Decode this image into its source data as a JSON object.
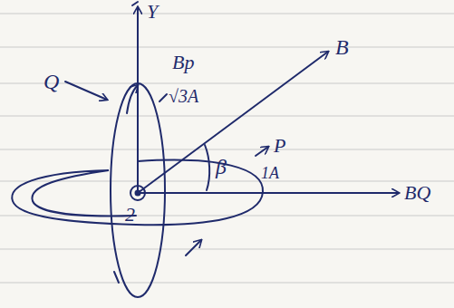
{
  "diagram": {
    "labels": [
      "Y",
      "Bp",
      "√3A",
      "Q",
      "B",
      "β",
      "P",
      "1A",
      "BQ",
      "2"
    ]
  }
}
